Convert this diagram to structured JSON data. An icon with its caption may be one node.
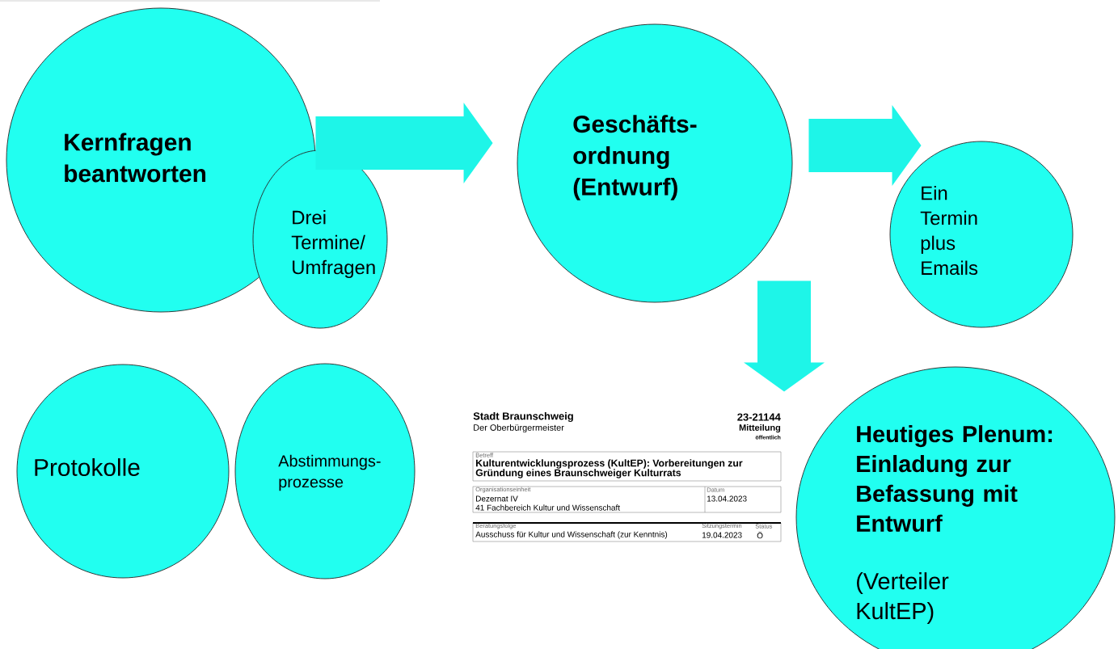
{
  "diagram": {
    "nodes": [
      {
        "text": [
          "Kernfragen beantworten"
        ]
      },
      {
        "text": [
          "Drei Termine/ Umfragen"
        ]
      },
      {
        "text": [
          "Geschäfts- ordnung (Entwurf)"
        ]
      },
      {
        "text": [
          "Ein Termin plus Emails"
        ]
      },
      {
        "text": [
          "Protokolle"
        ]
      },
      {
        "text": [
          "Abstimmungs- prozesse"
        ]
      },
      {
        "text": [
          "Heutiges Plenum: Einladung zur Befassung mit Entwurf",
          "(Verteiler KultEP)"
        ]
      }
    ],
    "edges": [
      {
        "from": 0,
        "to": 2,
        "arrow": "to"
      },
      {
        "from": 2,
        "to": 3,
        "arrow": "to"
      },
      {
        "from": 2,
        "to": 6,
        "arrow": "to"
      }
    ],
    "labels": [
      "Stadt Braunschweig",
      "23-21144",
      "Der Oberbürgermeister",
      "Mitteilung",
      "öffentlich",
      "Betreff",
      "Kulturentwicklungsprozess (KultEP): Vorbereitungen zur Gründung eines Braunschweiger Kulturrats",
      "Organisationseinheit",
      "Datum",
      "Dezernat IV",
      "13.04.2023",
      "41 Fachbereich Kultur und Wissenschaft",
      "Beratungsfolge",
      "Sitzungstermin",
      "Status",
      "Ausschuss für Kultur und Wissenschaft (zur Kenntnis)",
      "19.04.2023",
      "Ö"
    ]
  }
}
